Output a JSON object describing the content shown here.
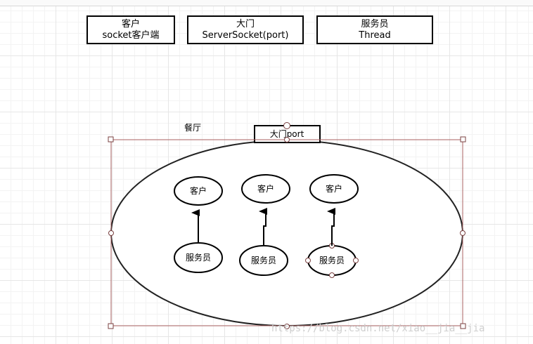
{
  "legend": [
    {
      "title": "客户",
      "subtitle": "socket客户端"
    },
    {
      "title": "大门",
      "subtitle": "ServerSocket(port)"
    },
    {
      "title": "服务员",
      "subtitle": "Thread"
    }
  ],
  "restaurant_label": "餐厅",
  "door_label": "大门port",
  "customer_label": "客户",
  "waiter_label": "服务员",
  "watermark": "https://blog.csdn.net/xiao__jia__jia"
}
